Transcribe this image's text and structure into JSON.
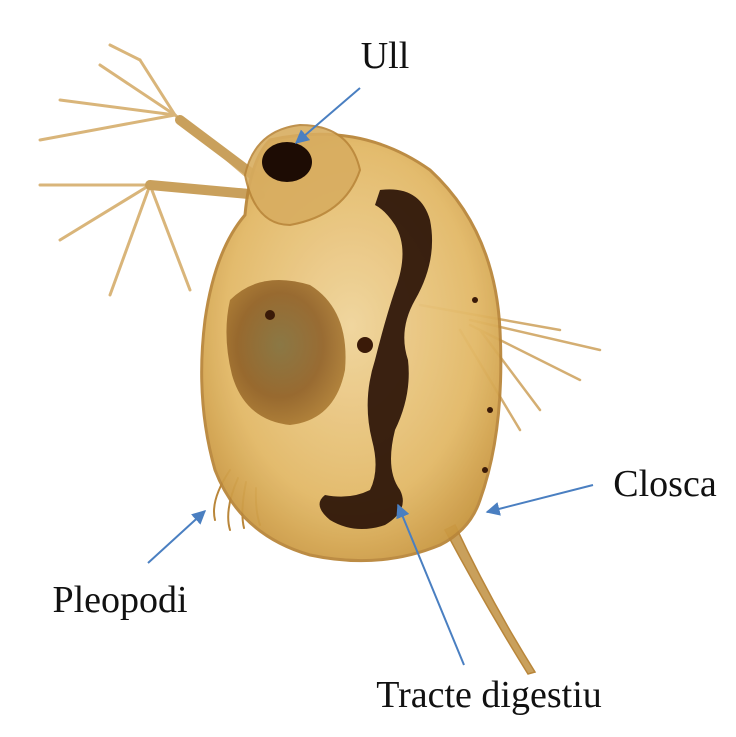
{
  "diagram": {
    "labels": {
      "eye": "Ull",
      "carapace": "Closca",
      "pleopods": "Pleopodi",
      "digestive_tract": "Tracte digestiu"
    },
    "colors": {
      "background": "#ffffff",
      "arrow": "#4a7fc1",
      "label_text": "#111111",
      "body_fill": "#e8c27a",
      "body_edge": "#b9863a",
      "dark_organ": "#2a1206",
      "appendage": "#d9b57a"
    }
  }
}
